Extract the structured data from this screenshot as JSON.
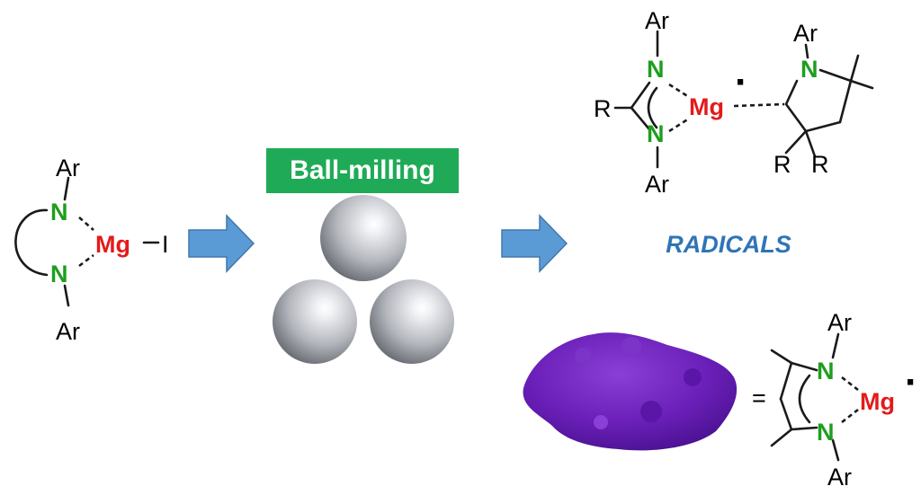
{
  "colors": {
    "nitrogen": "#1e9e1e",
    "magnesium": "#e21b1b",
    "arrow": "#5b9bd5",
    "arrow_outline": "#3f78ad",
    "banner": "#1faa57",
    "radicals_text": "#2e75b6",
    "powder": "#6a1fb8",
    "ball_light": "#ffffff",
    "ball_dark": "#4a4c52"
  },
  "atoms": {
    "aryl": "Ar",
    "nitrogen": "N",
    "magnesium": "Mg",
    "iodine": "I",
    "alkyl": "R",
    "equals": "=",
    "radical_dot": "·"
  },
  "process": {
    "label": "Ball-milling"
  },
  "product": {
    "label": "RADICALS"
  },
  "icons": {
    "reaction_arrow": "block-arrow-right",
    "milling_ball": "steel-sphere",
    "powder": "purple-powder-pile"
  }
}
